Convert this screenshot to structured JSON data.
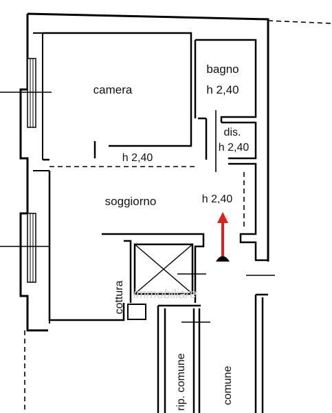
{
  "rooms": {
    "camera": "camera",
    "bagno": "bagno",
    "bagno_h": "h 2,40",
    "dis": "dis.",
    "dis_h": "h 2,40",
    "corridor_h": "h 2,40",
    "soggiorno": "soggiorno",
    "soggiorno_h": "h 2,40",
    "cottura": "cottura",
    "rip_comune": "rip. comune",
    "comune": "comune"
  },
  "watermark": "immobiliare",
  "colors": {
    "line": "#000000",
    "entry_arrow": "#e0201b",
    "background": "#ffffff"
  }
}
